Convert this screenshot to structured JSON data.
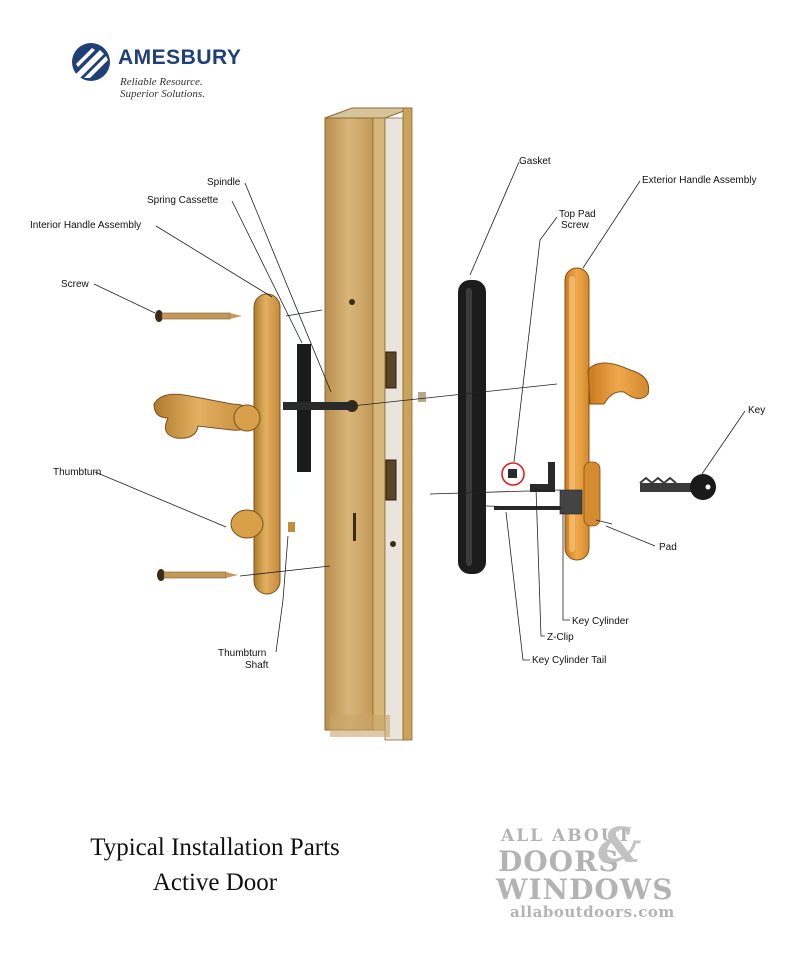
{
  "brand": {
    "name": "AMESBURY",
    "tagline1": "Reliable Resource.",
    "tagline2": "Superior Solutions."
  },
  "labels": {
    "spindle": "Spindle",
    "spring_cassette": "Spring Cassette",
    "interior_handle": "Interior Handle Assembly",
    "screw": "Screw",
    "thumbturn": "Thumbturn",
    "thumbturn_shaft_1": "Thumbturn",
    "thumbturn_shaft_2": "Shaft",
    "gasket": "Gasket",
    "exterior_handle": "Exterior Handle Assembly",
    "top_pad_screw_1": "Top Pad",
    "top_pad_screw_2": "Screw",
    "key": "Key",
    "pad": "Pad",
    "key_cylinder": "Key Cylinder",
    "z_clip": "Z-Clip",
    "key_cylinder_tail": "Key Cylinder Tail"
  },
  "caption": {
    "line1": "Typical Installation Parts",
    "line2": "Active Door"
  },
  "watermark": {
    "line1": "ALL ABOUT",
    "line2": "DOORS",
    "amp": "&",
    "line3": "WINDOWS",
    "url": "allaboutdoors.com"
  },
  "colors": {
    "brand_blue": "#1e3f78",
    "brass": "#d9a04a",
    "gasket": "#1c1c1c",
    "highlight_circle": "#e02020",
    "watermark": "#b3b3b3"
  }
}
